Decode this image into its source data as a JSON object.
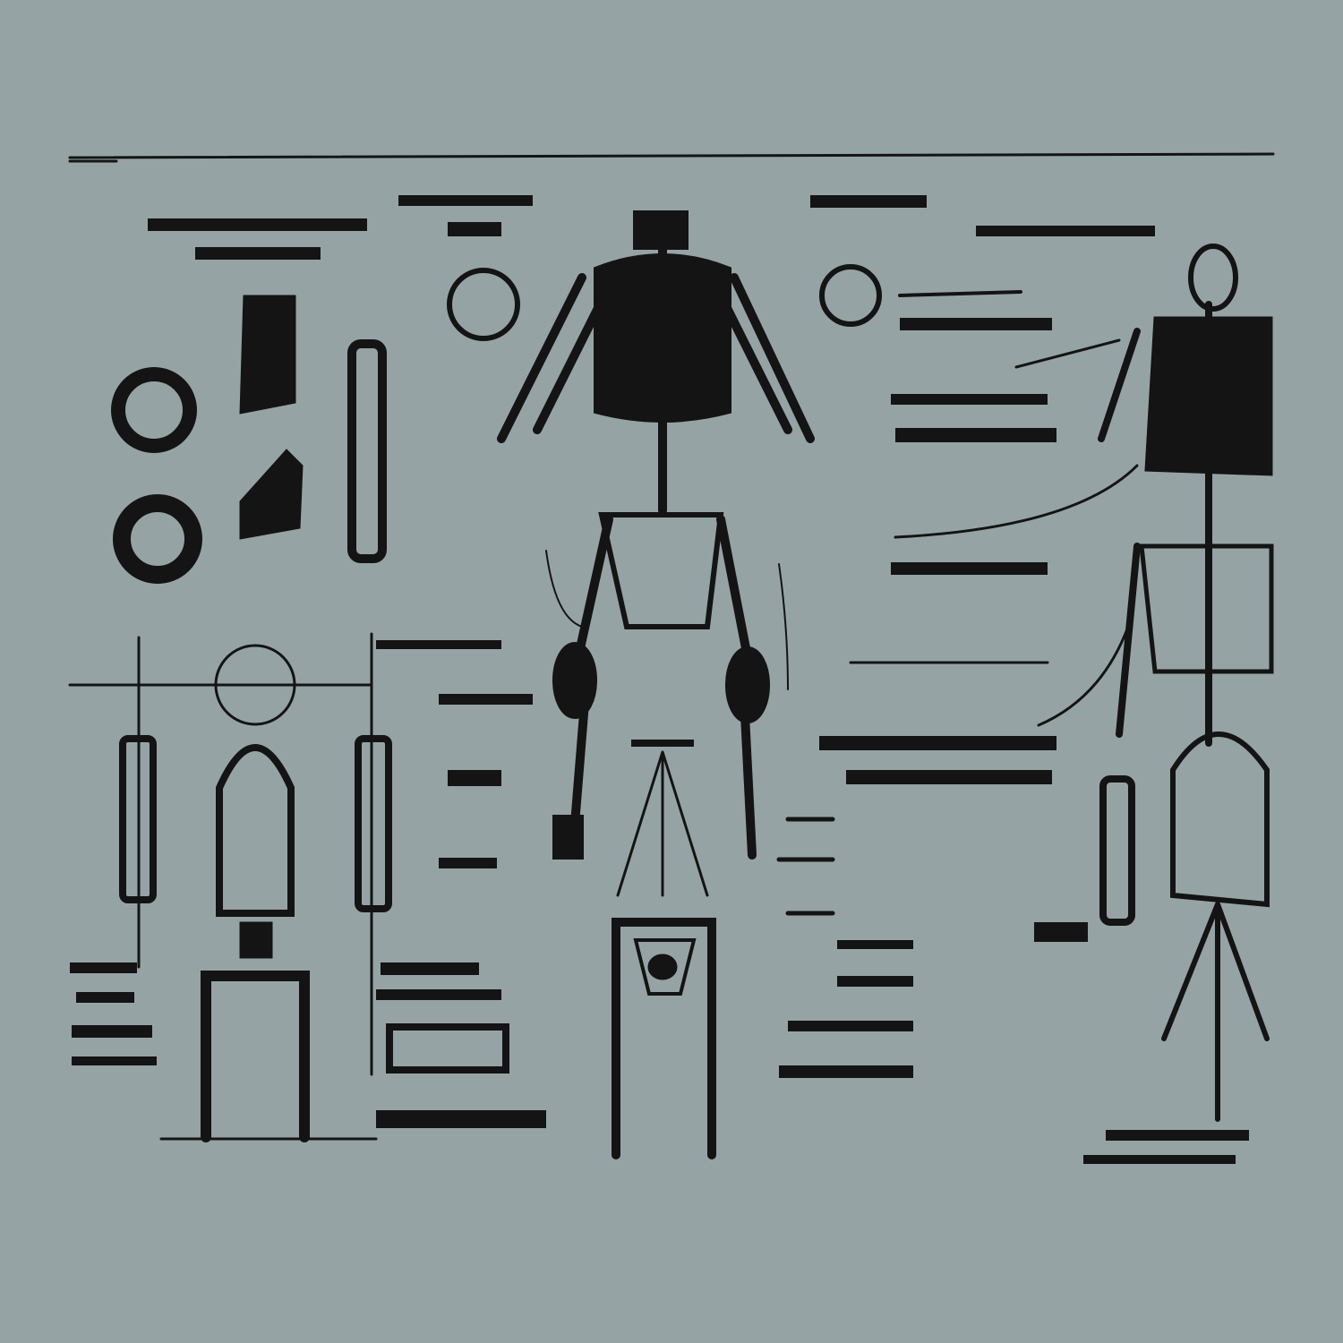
{
  "colors": {
    "background": "#96a3a4",
    "ink": "#141414"
  },
  "figures": [
    {
      "id": "rings-and-parts",
      "icon": "ring-parts"
    },
    {
      "id": "skeleton-main",
      "icon": "skeleton"
    },
    {
      "id": "skeleton-side",
      "icon": "skeleton-profile"
    },
    {
      "id": "rocket-left",
      "icon": "capsule"
    },
    {
      "id": "rocket-right",
      "icon": "capsule"
    },
    {
      "id": "lower-frame",
      "icon": "frame"
    }
  ]
}
